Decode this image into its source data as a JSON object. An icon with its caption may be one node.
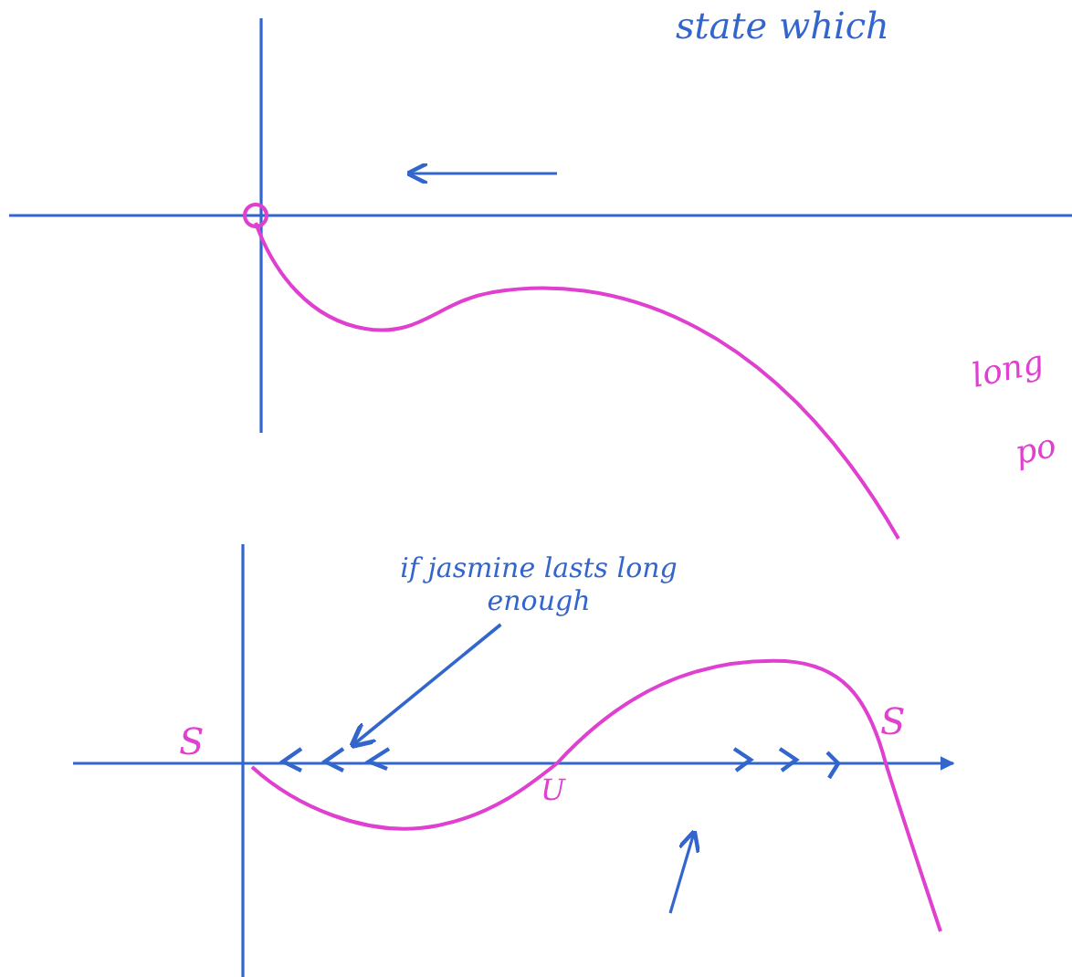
{
  "diagram": {
    "nodes": [
      {
        "text": [
          "if jasmine lasts long enough"
        ]
      },
      {
        "text": [],
        "shape": "picture"
      }
    ],
    "edges": [
      {
        "from": 0,
        "to": 1,
        "arrow": "to"
      }
    ],
    "labels": [
      "state which",
      "long",
      "po",
      "S",
      "U",
      "S"
    ]
  }
}
